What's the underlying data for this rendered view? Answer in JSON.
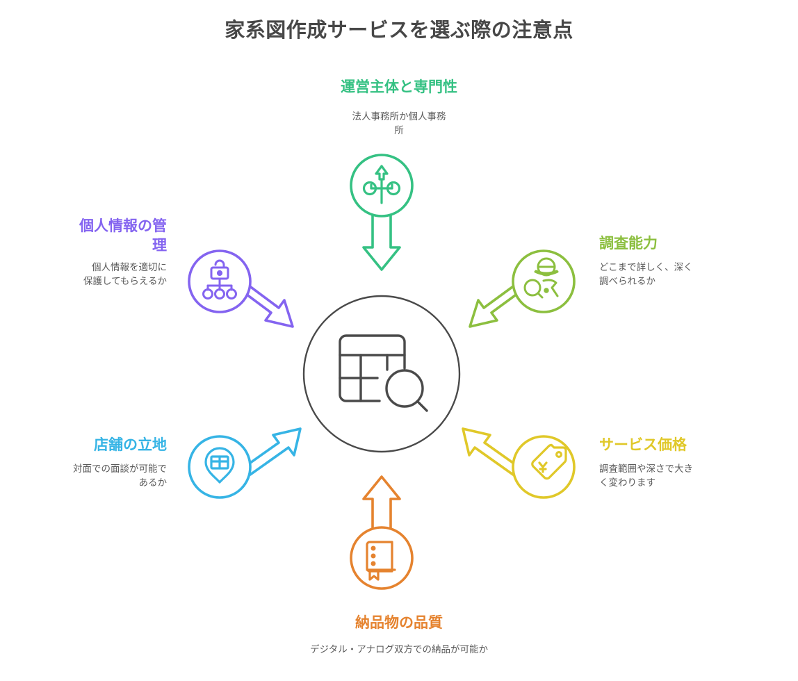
{
  "page": {
    "title": "家系図作成サービスを選ぶ際の注意点",
    "background": "#ffffff",
    "title_color": "#474747"
  },
  "center": {
    "icon": "table-search-icon",
    "stroke_color": "#4a4a4a",
    "radius": 115
  },
  "nodes": [
    {
      "id": "operator",
      "position": "top",
      "label": "運営主体と専門性",
      "description": "法人事務所か個人事務\n所",
      "color": "#35c183",
      "icon": "family-tree-icon"
    },
    {
      "id": "research",
      "position": "upper-right",
      "label": "調査能力",
      "description": "どこまで詳しく、深く\n調べられるか",
      "color": "#8cbf3f",
      "icon": "detective-icon"
    },
    {
      "id": "price",
      "position": "lower-right",
      "label": "サービス価格",
      "description": "調査範囲や深さで大き\nく変わります",
      "color": "#e0c829",
      "icon": "price-tag-icon"
    },
    {
      "id": "quality",
      "position": "bottom",
      "label": "納品物の品質",
      "description": "デジタル・アナログ双方での納品が可能か",
      "color": "#e5832f",
      "icon": "book-icon"
    },
    {
      "id": "location",
      "position": "lower-left",
      "label": "店舗の立地",
      "description": "対面での面談が可能で\nあるか",
      "color": "#36b4e5",
      "icon": "map-pin-store-icon"
    },
    {
      "id": "privacy",
      "position": "upper-left",
      "label": "個人情報の管\n理",
      "description": "個人情報を適切に\n保護してもらえるか",
      "color": "#8464f0",
      "icon": "lock-network-icon"
    }
  ]
}
